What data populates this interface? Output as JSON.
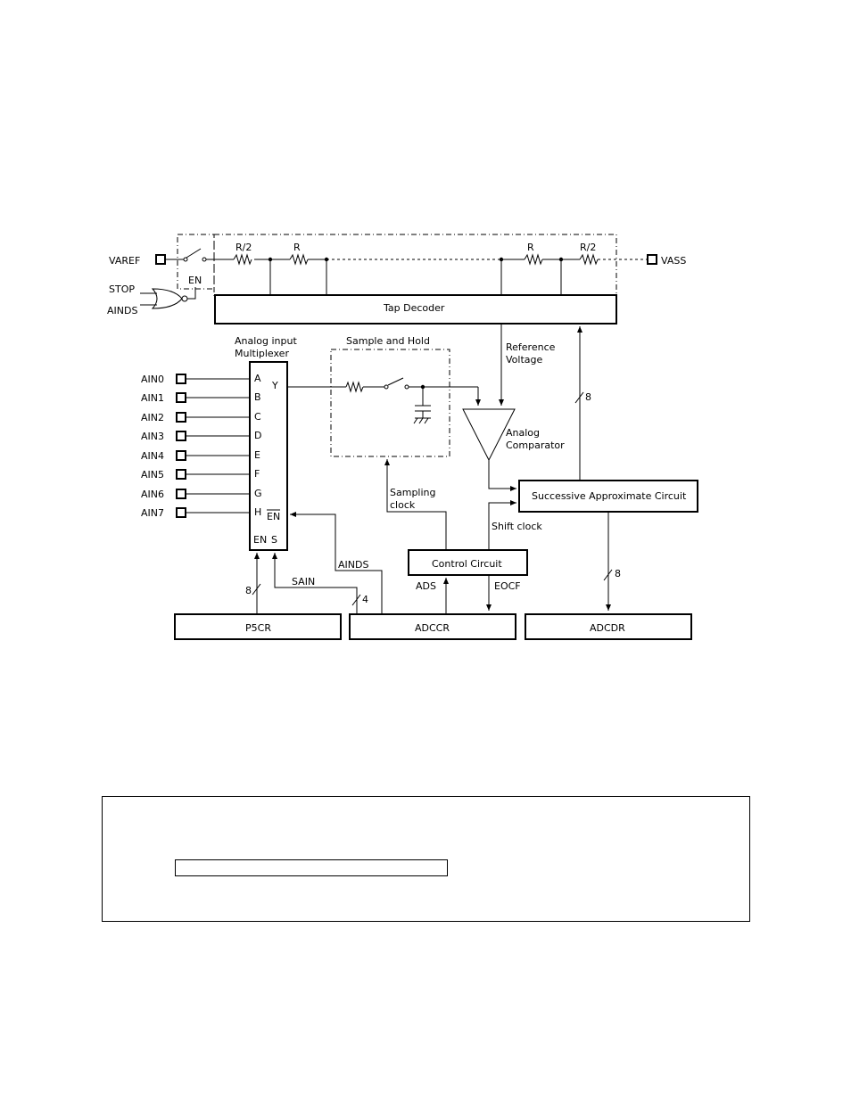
{
  "pins": {
    "varef": "VAREF",
    "vass": "VASS",
    "stop": "STOP",
    "ainds_gate": "AINDS",
    "ain": [
      "AIN0",
      "AIN1",
      "AIN2",
      "AIN3",
      "AIN4",
      "AIN5",
      "AIN6",
      "AIN7"
    ]
  },
  "ladder": {
    "en": "EN",
    "r_half_left": "R/2",
    "r_left": "R",
    "r_right": "R",
    "r_half_right": "R/2"
  },
  "blocks": {
    "tap_decoder": "Tap Decoder",
    "mux_title_1": "Analog input",
    "mux_title_2": "Multiplexer",
    "sample_hold": "Sample and Hold",
    "analog_comparator_1": "Analog",
    "analog_comparator_2": "Comparator",
    "successive": "Successive Approximate Circuit",
    "control": "Control Circuit",
    "p5cr": "P5CR",
    "adccr": "ADCCR",
    "adcdr": "ADCDR"
  },
  "mux_ports": {
    "inputs": [
      "A",
      "B",
      "C",
      "D",
      "E",
      "F",
      "G",
      "H"
    ],
    "y": "Y",
    "en_bar": "EN",
    "en": "EN",
    "s": "S"
  },
  "signals": {
    "reference_1": "Reference",
    "reference_2": "Voltage",
    "sampling_1": "Sampling",
    "sampling_2": "clock",
    "shift_clock": "Shift clock",
    "ainds": "AINDS",
    "sain": "SAIN",
    "ads": "ADS",
    "eocf": "EOCF",
    "bus_8_tap": "8",
    "bus_8_p5cr": "8",
    "bus_4": "4",
    "bus_8_adcdr": "8"
  },
  "note": {
    "field_value": ""
  }
}
